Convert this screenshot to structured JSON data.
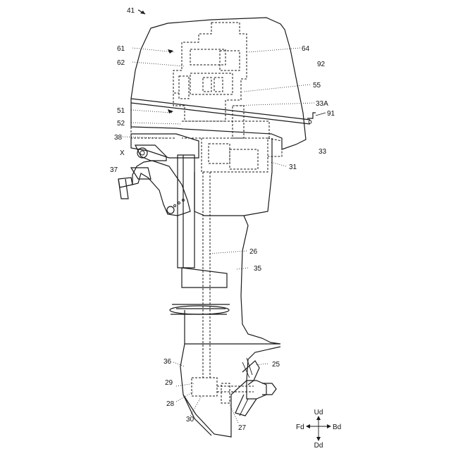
{
  "figure": {
    "labels": {
      "l41": "41",
      "l61": "61",
      "l62": "62",
      "l64": "64",
      "l92": "92",
      "l55": "55",
      "l33A": "33A",
      "l51": "51",
      "l91": "91",
      "l52": "52",
      "l38": "38",
      "l33": "33",
      "lX": "X",
      "l31": "31",
      "l37": "37",
      "l26": "26",
      "l35": "35",
      "l36": "36",
      "l25": "25",
      "l29": "29",
      "l28": "28",
      "l30": "30",
      "l27": "27"
    },
    "compass": {
      "up": "Ud",
      "down": "Dd",
      "forward": "Fd",
      "backward": "Bd"
    }
  }
}
